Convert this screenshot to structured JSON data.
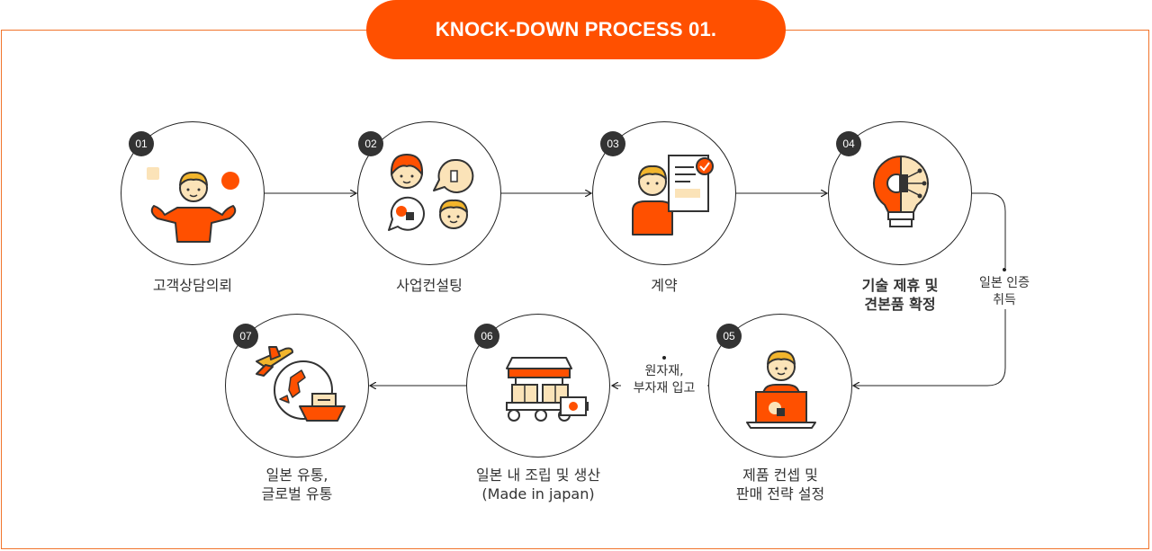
{
  "header": {
    "title": "KNOCK-DOWN PROCESS 01."
  },
  "steps": [
    {
      "number": "01",
      "line1": "고객상담의뢰",
      "line2": ""
    },
    {
      "number": "02",
      "line1": "사업컨설팅",
      "line2": ""
    },
    {
      "number": "03",
      "line1": "계약",
      "line2": ""
    },
    {
      "number": "04",
      "line1": "기술 제휴 및",
      "line2": "견본품 확정"
    },
    {
      "number": "05",
      "line1": "제품 컨셉 및",
      "line2": "판매 전략 설정"
    },
    {
      "number": "06",
      "line1": "일본 내 조립 및 생산",
      "line2": "(Made in japan)"
    },
    {
      "number": "07",
      "line1": "일본 유통,",
      "line2": "글로벌 유통"
    }
  ],
  "notes": {
    "certification": {
      "line1": "일본 인증",
      "line2": "취득"
    },
    "materials": {
      "line1": "원자재,",
      "line2": "부자재 입고"
    }
  },
  "colors": {
    "accent": "#ff5000",
    "skin": "#fbe3b8",
    "hair": "#f2b52c",
    "dark": "#333333",
    "line": "#222222"
  },
  "icons": [
    "person-waving-icon",
    "consulting-faces-icon",
    "contract-document-icon",
    "tech-bulb-icon",
    "laptop-person-icon",
    "factory-cart-icon",
    "globe-airplane-ship-icon"
  ]
}
